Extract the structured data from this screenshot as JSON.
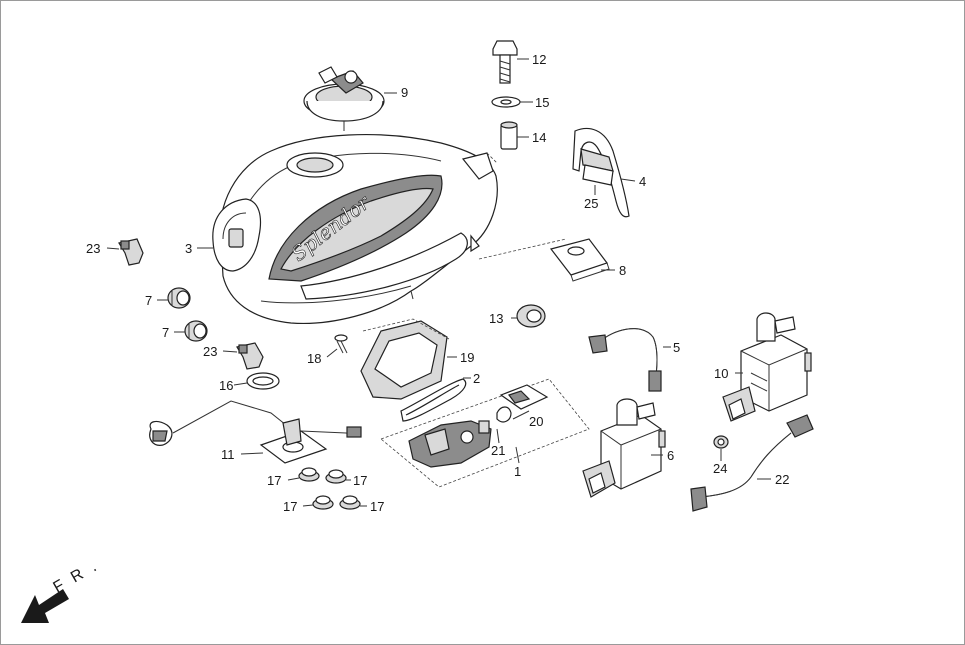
{
  "callouts": {
    "p1": "1",
    "p2": "2",
    "p3": "3",
    "p4": "4",
    "p5": "5",
    "p6": "6",
    "p7a": "7",
    "p7b": "7",
    "p8": "8",
    "p9": "9",
    "p10": "10",
    "p11": "11",
    "p12": "12",
    "p13": "13",
    "p14": "14",
    "p15": "15",
    "p16": "16",
    "p17a": "17",
    "p17b": "17",
    "p17c": "17",
    "p17d": "17",
    "p18": "18",
    "p19": "19",
    "p20": "20",
    "p21": "21",
    "p22": "22",
    "p23a": "23",
    "p23b": "23",
    "p24": "24",
    "p25": "25"
  },
  "direction": {
    "label": "F R ."
  },
  "tank_brand": {
    "script": "Splendor"
  }
}
